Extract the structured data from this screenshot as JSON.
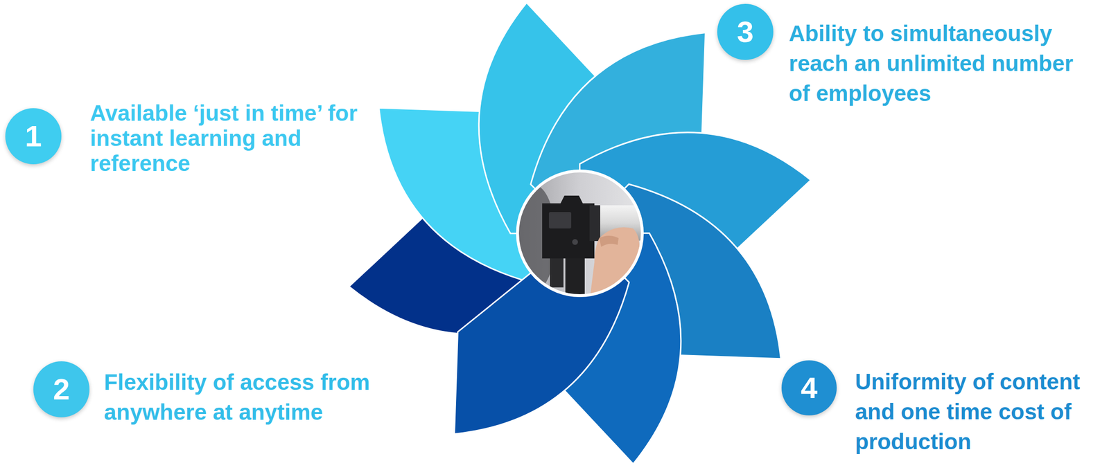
{
  "diagram": {
    "nodes": [
      {
        "text": [
          "1",
          "Available ‘just in time’ for instant learning and reference"
        ]
      },
      {
        "text": [
          "2",
          "Flexibility of access from anywhere at anytime"
        ]
      },
      {
        "text": [
          "3",
          "Ability to simultaneously reach an unlimited number of employees"
        ]
      },
      {
        "text": [
          "4",
          "Uniformity of content and one time cost of production"
        ]
      }
    ]
  }
}
